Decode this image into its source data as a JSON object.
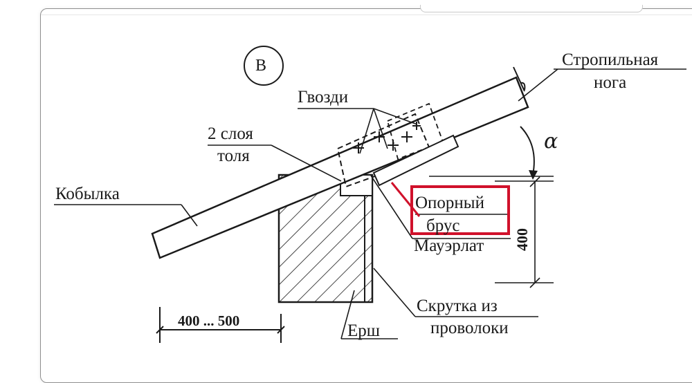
{
  "labels": {
    "view_marker": "В",
    "rafter": [
      "Стропильная",
      "нога"
    ],
    "nails": "Гвозди",
    "roofing_felt": [
      "2 слоя",
      "толя"
    ],
    "filly": "Кобылка",
    "support_beam": [
      "Опорный",
      "брус"
    ],
    "mauerlat": "Мауэрлат",
    "wire_twist": [
      "Скрутка из",
      "проволоки"
    ],
    "ruff": "Ерш",
    "angle": "α",
    "dim_vertical": "400",
    "dim_horizontal": "400 ... 500"
  },
  "colors": {
    "line": "#1a1a1a",
    "highlight": "#d0112b",
    "frame": "#8e8e8e"
  }
}
